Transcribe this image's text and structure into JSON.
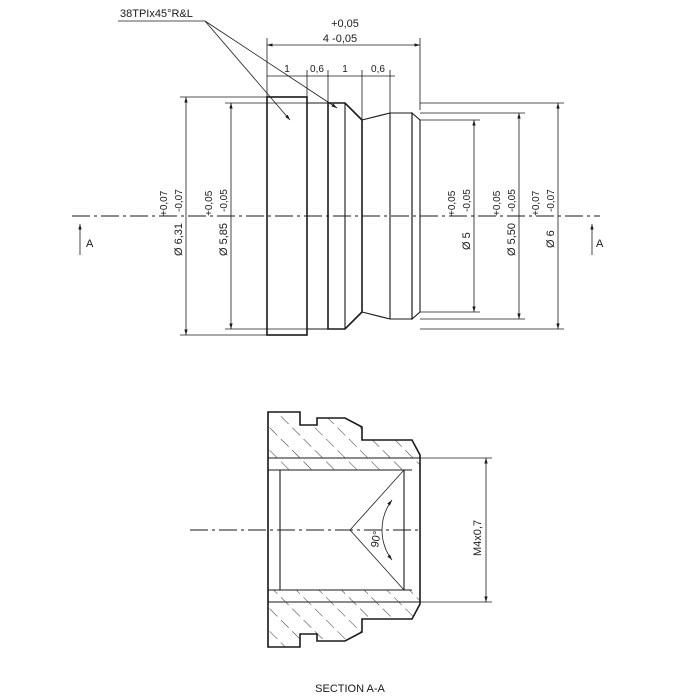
{
  "annotations": {
    "thread_callout": "38TPIx45°R&L",
    "length_tol_upper": "+0,05",
    "length_main": "4 -0,05",
    "seg1": "1",
    "seg2": "0,6",
    "seg3": "1",
    "seg4": "0,6",
    "d631_main": "Ø 6,31",
    "d631_tol_upper": "+0,07",
    "d631_tol_lower": "-0,07",
    "d585_main": "Ø 5,85",
    "d585_tol_upper": "+0,05",
    "d585_tol_lower": "-0,05",
    "d5_main": "Ø 5",
    "d5_tol_upper": "+0,05",
    "d5_tol_lower": "-0,05",
    "d550_main": "Ø 5,50",
    "d550_tol_upper": "+0,05",
    "d550_tol_lower": "-0,05",
    "d6_main": "Ø 6",
    "d6_tol_upper": "+0,07",
    "d6_tol_lower": "-0,07",
    "section_marker_left": "A",
    "section_marker_right": "A",
    "angle": "90°",
    "thread_spec": "M4x0,7",
    "section_title": "SECTION A-A"
  }
}
